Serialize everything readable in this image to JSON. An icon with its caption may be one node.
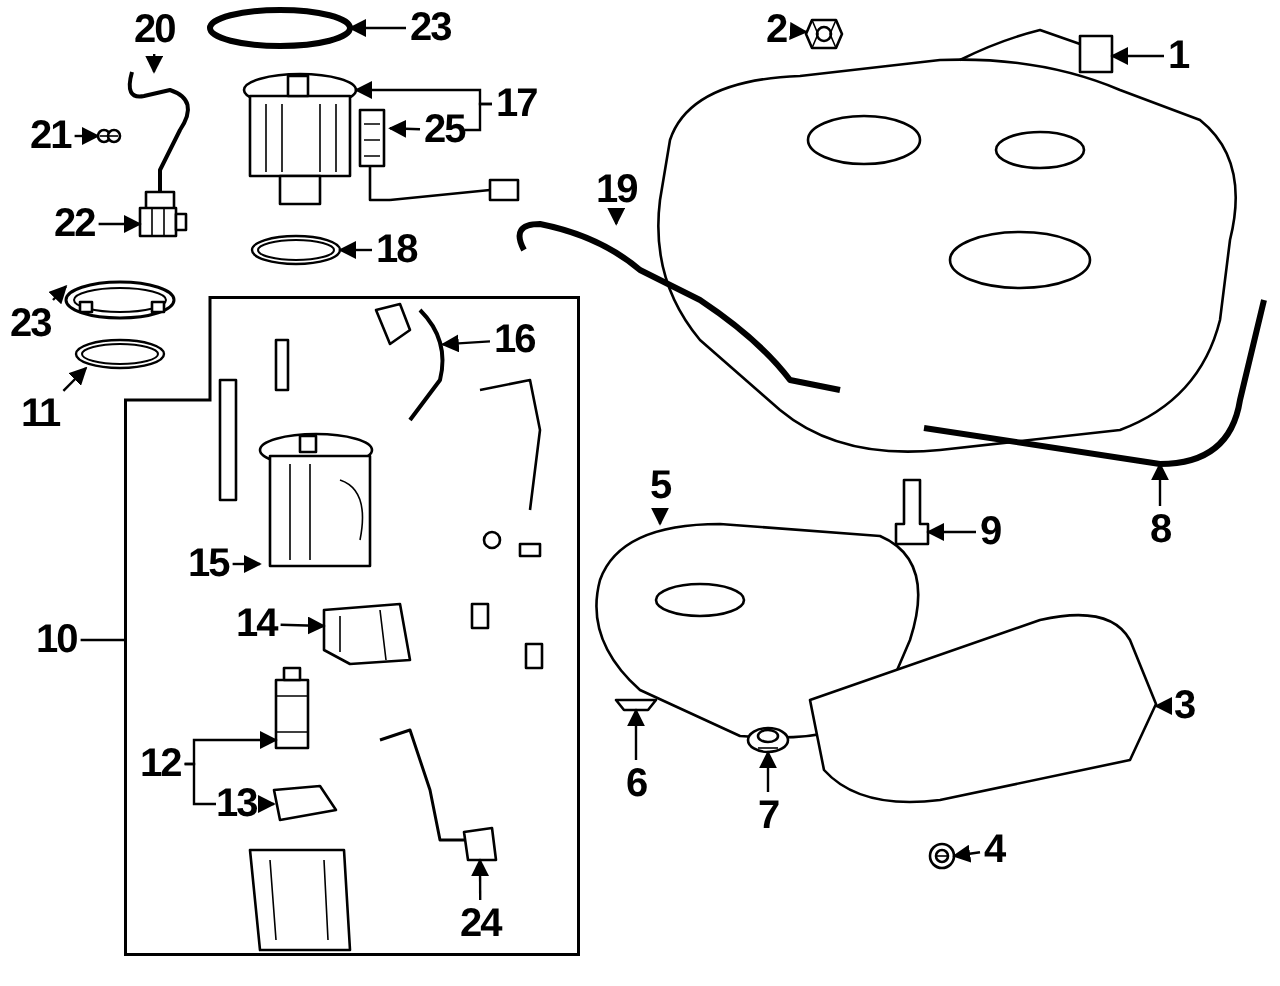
{
  "diagram": {
    "nodes": [
      {
        "text": [
          "20"
        ]
      },
      {
        "text": [
          "23"
        ]
      },
      {
        "text": [
          "2"
        ]
      },
      {
        "text": [
          "1"
        ]
      },
      {
        "text": [
          "21"
        ]
      },
      {
        "text": [
          "17"
        ]
      },
      {
        "text": [
          "25"
        ]
      },
      {
        "text": [
          "22"
        ]
      },
      {
        "text": [
          "18"
        ]
      },
      {
        "text": [
          "19"
        ]
      },
      {
        "text": [
          "23"
        ]
      },
      {
        "text": [
          "11"
        ]
      },
      {
        "text": [
          "16"
        ],
        "in": 14
      },
      {
        "text": [
          "10"
        ]
      },
      {
        "text": [],
        "shape": "box"
      },
      {
        "text": [
          "5"
        ]
      },
      {
        "text": [
          "9"
        ]
      },
      {
        "text": [
          "8"
        ]
      },
      {
        "text": [
          "15"
        ],
        "in": 14
      },
      {
        "text": [
          "14"
        ],
        "in": 14
      },
      {
        "text": [
          "3"
        ]
      },
      {
        "text": [
          "12"
        ],
        "in": 14
      },
      {
        "text": [
          "6"
        ]
      },
      {
        "text": [
          "13"
        ],
        "in": 14
      },
      {
        "text": [
          "7"
        ]
      },
      {
        "text": [
          "4"
        ]
      },
      {
        "text": [
          "24"
        ],
        "in": 14
      },
      {
        "text": [],
        "shape": "picture"
      },
      {
        "text": [],
        "shape": "picture"
      },
      {
        "text": [],
        "shape": "picture"
      },
      {
        "text": [],
        "shape": "picture"
      },
      {
        "text": [],
        "shape": "picture"
      },
      {
        "text": [],
        "shape": "picture"
      },
      {
        "text": [],
        "shape": "picture"
      },
      {
        "text": [],
        "shape": "picture"
      },
      {
        "text": [],
        "shape": "picture"
      },
      {
        "text": [],
        "shape": "picture"
      },
      {
        "text": [],
        "shape": "picture"
      },
      {
        "text": [],
        "shape": "picture"
      },
      {
        "text": [],
        "shape": "picture",
        "in": 14
      },
      {
        "text": [],
        "shape": "picture"
      },
      {
        "text": [],
        "shape": "picture"
      },
      {
        "text": [],
        "shape": "picture"
      },
      {
        "text": [],
        "shape": "picture",
        "in": 14
      },
      {
        "text": [],
        "shape": "picture",
        "in": 14
      },
      {
        "text": [],
        "shape": "picture"
      },
      {
        "text": [],
        "shape": "picture",
        "in": 14
      },
      {
        "text": [],
        "shape": "picture"
      },
      {
        "text": [],
        "shape": "picture",
        "in": 14
      },
      {
        "text": [],
        "shape": "picture"
      },
      {
        "text": [],
        "shape": "picture"
      },
      {
        "text": [],
        "shape": "picture",
        "in": 14
      }
    ],
    "edges": [
      {
        "from": 0,
        "to": 27,
        "arrow": "to"
      },
      {
        "from": 1,
        "to": 28,
        "arrow": "to"
      },
      {
        "from": 2,
        "to": 29,
        "arrow": "to"
      },
      {
        "from": 3,
        "to": 30,
        "arrow": "to"
      },
      {
        "from": 4,
        "to": 31,
        "arrow": "to"
      },
      {
        "from": 5,
        "to": 32,
        "arrow": "to"
      },
      {
        "from": 5,
        "to": 6,
        "arrow": "none"
      },
      {
        "from": 6,
        "to": 33,
        "arrow": "to"
      },
      {
        "from": 7,
        "to": 34,
        "arrow": "to"
      },
      {
        "from": 8,
        "to": 35,
        "arrow": "to"
      },
      {
        "from": 9,
        "to": 36,
        "arrow": "to"
      },
      {
        "from": 10,
        "to": 37,
        "arrow": "to"
      },
      {
        "from": 11,
        "to": 38,
        "arrow": "to"
      },
      {
        "from": 12,
        "to": 39,
        "arrow": "to"
      },
      {
        "from": 13,
        "to": 14,
        "arrow": "none"
      },
      {
        "from": 15,
        "to": 40,
        "arrow": "to"
      },
      {
        "from": 16,
        "to": 41,
        "arrow": "to"
      },
      {
        "from": 17,
        "to": 42,
        "arrow": "to"
      },
      {
        "from": 18,
        "to": 43,
        "arrow": "to"
      },
      {
        "from": 19,
        "to": 44,
        "arrow": "to"
      },
      {
        "from": 20,
        "to": 45,
        "arrow": "to"
      },
      {
        "from": 21,
        "to": 46,
        "arrow": "to"
      },
      {
        "from": 21,
        "to": 23,
        "arrow": "none"
      },
      {
        "from": 22,
        "to": 47,
        "arrow": "to"
      },
      {
        "from": 23,
        "to": 48,
        "arrow": "to"
      },
      {
        "from": 24,
        "to": 49,
        "arrow": "to"
      },
      {
        "from": 25,
        "to": 50,
        "arrow": "to"
      },
      {
        "from": 26,
        "to": 51,
        "arrow": "to"
      }
    ]
  }
}
